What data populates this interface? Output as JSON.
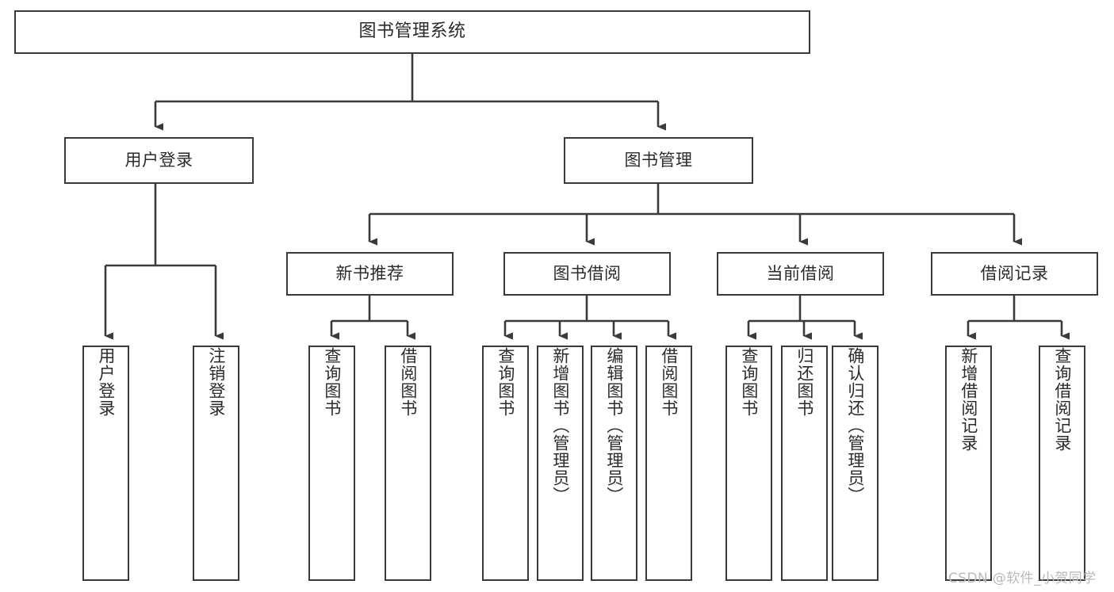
{
  "diagram": {
    "title": "图书管理系统",
    "type": "tree-hierarchy-functional-decomposition",
    "colors": {
      "box_stroke": "#3a3a3a",
      "box_fill": "#ffffff",
      "connector": "#3a3a3a",
      "background": "#ffffff",
      "watermark": "#b9b9b9"
    },
    "root": {
      "label": "图书管理系统"
    },
    "level2": [
      {
        "label": "用户登录"
      },
      {
        "label": "图书管理"
      }
    ],
    "level3": [
      {
        "label": "新书推荐"
      },
      {
        "label": "图书借阅"
      },
      {
        "label": "当前借阅"
      },
      {
        "label": "借阅记录"
      }
    ],
    "leaves": {
      "user_login": [
        {
          "label": "用户登录"
        },
        {
          "label": "注销登录"
        }
      ],
      "new_book_recommend": [
        {
          "label": "查询图书"
        },
        {
          "label": "借阅图书"
        }
      ],
      "book_borrow": [
        {
          "label": "查询图书"
        },
        {
          "label": "新增图书（管理员）"
        },
        {
          "label": "编辑图书（管理员）"
        },
        {
          "label": "借阅图书"
        }
      ],
      "current_borrow": [
        {
          "label": "查询图书"
        },
        {
          "label": "归还图书"
        },
        {
          "label": "确认归还（管理员）"
        }
      ],
      "borrow_record": [
        {
          "label": "新增借阅记录"
        },
        {
          "label": "查询借阅记录"
        }
      ]
    }
  },
  "watermark": {
    "text": "CSDN @软件_小贺同学"
  }
}
